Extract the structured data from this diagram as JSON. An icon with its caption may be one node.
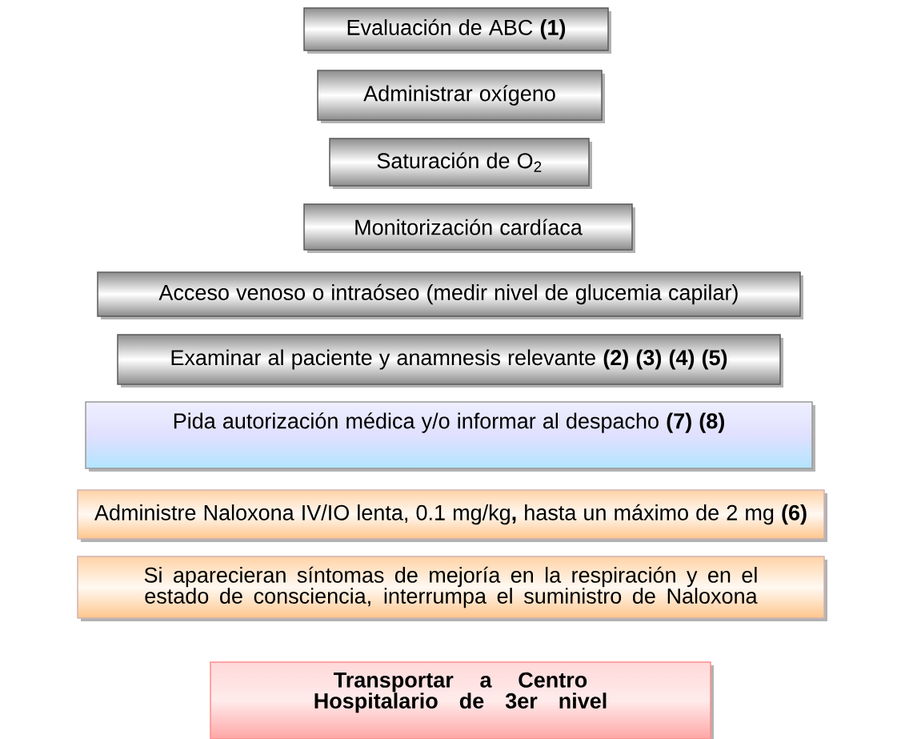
{
  "diagram": {
    "nodes": [
      {
        "text": [
          "Evaluación de ABC **(1)**"
        ]
      },
      {
        "text": [
          "Administrar oxígeno"
        ]
      },
      {
        "text": [
          "Saturación de O$_{2}$"
        ]
      },
      {
        "text": [
          "Monitorización  cardíaca"
        ]
      },
      {
        "text": [
          "Acceso venoso o intraóseo (medir  nivel de glucemia capilar)"
        ]
      },
      {
        "text": [
          "Examinar al paciente  y anamnesis relevante **(2) (3) (4) (5)**"
        ]
      },
      {
        "text": [
          "Pida autorización médica y/o informar al despacho **(7) (8)**"
        ]
      },
      {
        "text": [
          "Administre Naloxona IV/IO lenta,  0.1 mg/kg**,** hasta  un máximo de 2 mg **(6)**"
        ]
      },
      {
        "text": [
          "Si aparecieran síntomas de mejoría en la respiración y en el estado de consciencia, interrumpa el suministro de Naloxona"
        ]
      },
      {
        "text": [
          "Transportar a Centro Hospitalario de 3er nivel"
        ]
      }
    ]
  }
}
